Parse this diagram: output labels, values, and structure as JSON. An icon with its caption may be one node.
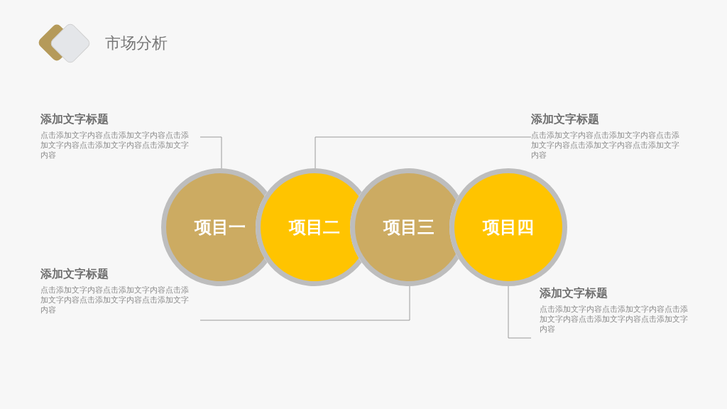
{
  "diagram": {
    "title": "市场分析",
    "nodes": [
      {
        "text": [
          "添加文字标题",
          "点击添加文字内容点击添加文字内容点击添加文字内容点击添加文字内容点击添加文字内容"
        ]
      },
      {
        "text": [
          "添加文字标题",
          "点击添加文字内容点击添加文字内容点击添加文字内容点击添加文字内容点击添加文字内容"
        ]
      },
      {
        "text": [
          "项目一"
        ]
      },
      {
        "text": [
          "项目二"
        ]
      },
      {
        "text": [
          "项目三"
        ]
      },
      {
        "text": [
          "项目四"
        ]
      },
      {
        "text": [
          "添加文字标题",
          "点击添加文字内容点击添加文字内容点击添加文字内容点击添加文字内容点击添加文字内容"
        ]
      },
      {
        "text": [
          "添加文字标题",
          "点击添加文字内容点击添加文字内容点击添加文字内容点击添加文字内容点击添加文字内容"
        ]
      }
    ],
    "edges": [
      {
        "from": 0,
        "to": 2,
        "arrow": "none"
      },
      {
        "from": 1,
        "to": 3,
        "arrow": "none"
      },
      {
        "from": 6,
        "to": 4,
        "arrow": "none"
      },
      {
        "from": 7,
        "to": 5,
        "arrow": "none"
      }
    ]
  }
}
